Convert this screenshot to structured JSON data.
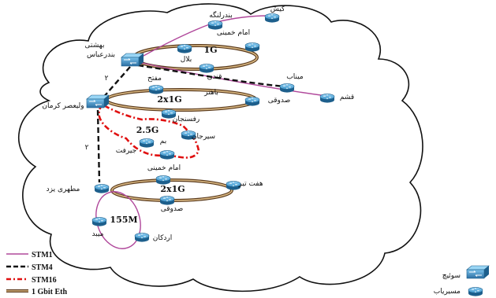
{
  "nodes": {
    "kish": "کیش",
    "bandar_lengeh": "بندرلنگه",
    "emam_khomeini_top": "امام خمینی",
    "behshti_bandar_abbas": "بهشتی\nبندرعباس",
    "bolal": "بلال",
    "ghandi": "قندی",
    "minab": "میناب",
    "qeshm": "قشم",
    "moftah": "مفتح",
    "bahonar": "باهنر",
    "sadooghi_mid": "صدوقی",
    "valiasr_kerman": "ولیعصر کرمان",
    "rafsanjan": "رفسنجان",
    "sirjan": "سیرجان",
    "bam": "بم",
    "jiroft": "جیرفت",
    "emam_khomeini_lower": "امام خمینی",
    "motahari_yazd": "مطهری یزد",
    "haft_tir": "هفت تیر",
    "sadooghi_bottom": "صدوقی",
    "meybod": "میبد",
    "ardakan": "اردکان"
  },
  "link_labels": {
    "ring_1g": "1G",
    "ring_2x1g_mid": "2x1G",
    "ring_2_5g": "2.5G",
    "ring_2x1g_bottom": "2x1G",
    "ring_155m": "155M",
    "stm4_count_top": "۲",
    "stm4_count_side": "۲"
  },
  "legend": {
    "stm1": "STM1",
    "stm4": "STM4",
    "stm16": "STM16",
    "gbit": "1 Gbit Eth",
    "switch": "سوئیچ",
    "router": "مسیریاب"
  },
  "colors": {
    "stm1": "#b0489b",
    "stm4": "#111111",
    "stm16": "#e01010",
    "gbit_outer": "#5a3a1c",
    "gbit_inner": "#d9b883",
    "router_top": "#3e94c8",
    "router_side": "#1d5f8c",
    "switch_face": "#4d9bcf"
  }
}
